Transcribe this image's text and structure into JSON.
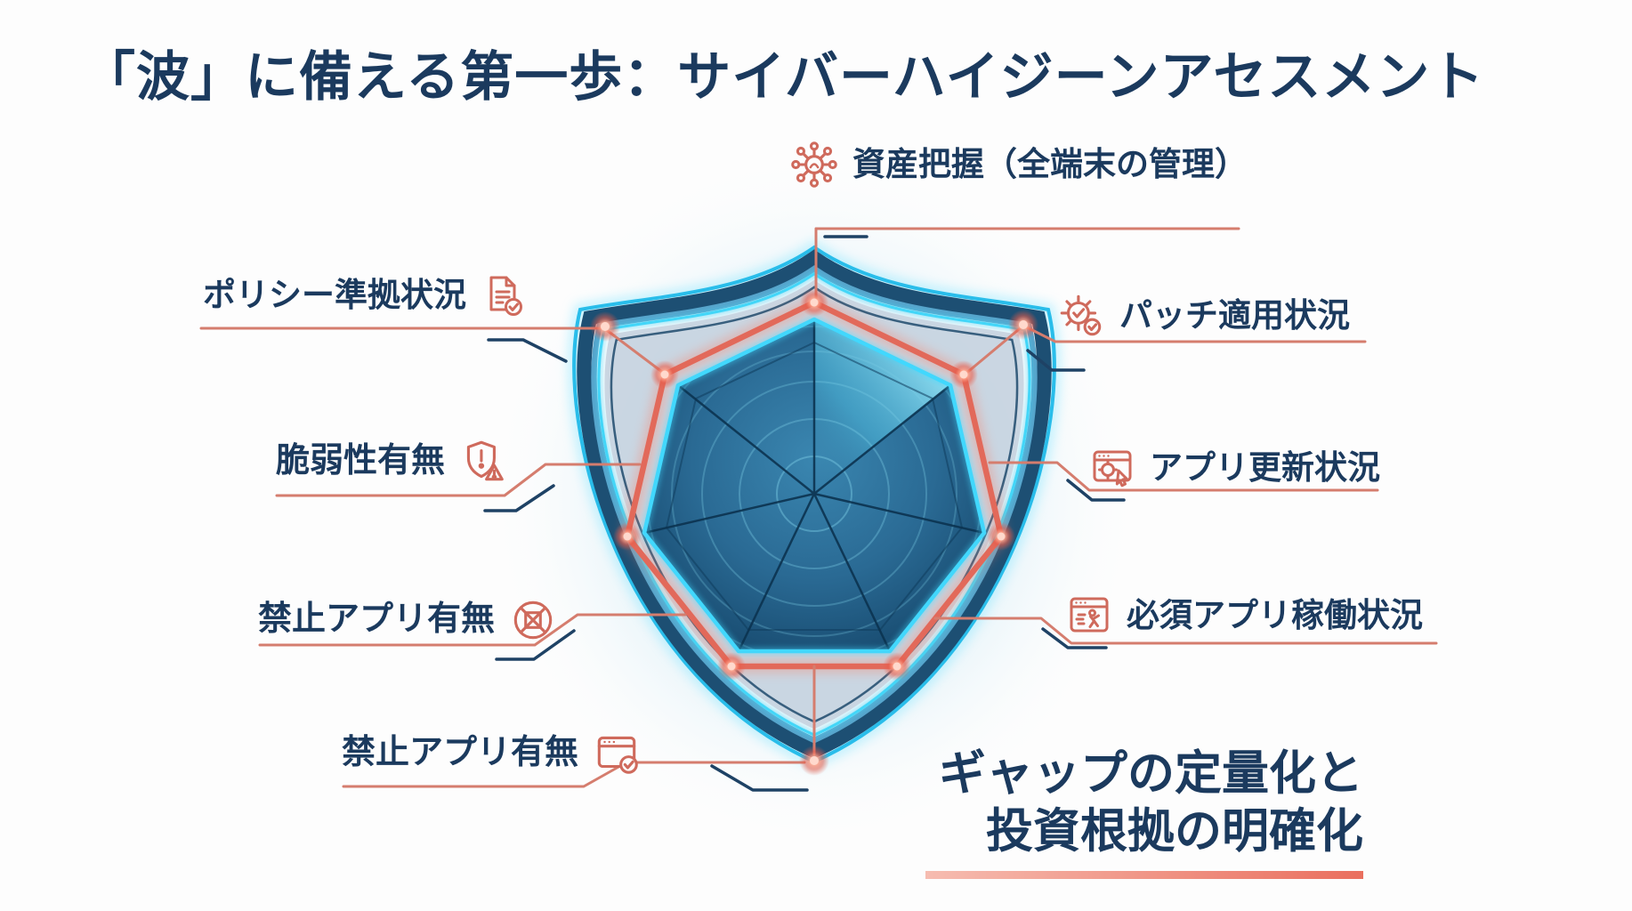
{
  "slide": {
    "title": "「波」に備える第一歩：サイバーハイジーンアセスメント",
    "footer": {
      "line1": "ギャップの定量化と",
      "line2": "投資根拠の明確化"
    }
  },
  "labels": {
    "assets": {
      "text": "資産把握（全端末の管理）",
      "icon": "network-hub-icon"
    },
    "policy": {
      "text": "ポリシー準拠状況",
      "icon": "document-check-icon"
    },
    "vulnerability": {
      "text": "脆弱性有無",
      "icon": "shield-alert-icon"
    },
    "banned_apps": {
      "text": "禁止アプリ有無",
      "icon": "blocked-app-icon"
    },
    "banned_apps_bottom": {
      "text": "禁止アプリ有無",
      "icon": "window-check-icon"
    },
    "patch": {
      "text": "パッチ適用状況",
      "icon": "gear-check-icon"
    },
    "app_update": {
      "text": "アプリ更新状況",
      "icon": "window-gear-icon"
    },
    "required_apps": {
      "text": "必須アプリ稼働状況",
      "icon": "window-runner-icon"
    }
  },
  "radar": {
    "type": "radar",
    "sides": 7,
    "vertex_labels_clockwise_from_top": [
      "資産把握（全端末の管理）",
      "パッチ適用状況",
      "アプリ更新状況",
      "必須アプリ稼働状況",
      "禁止アプリ有無",
      "脆弱性有無",
      "ポリシー準拠状況"
    ],
    "bottom_tip_label": "禁止アプリ有無"
  },
  "colors": {
    "title_navy": "#1b3a5e",
    "accent_coral": "#d9685c",
    "connector_coral": "#d57d6e",
    "shield_cyan": "#3fd9ff",
    "shield_navy": "#1d4f73",
    "radar_polygon_red": "#e2695a"
  }
}
